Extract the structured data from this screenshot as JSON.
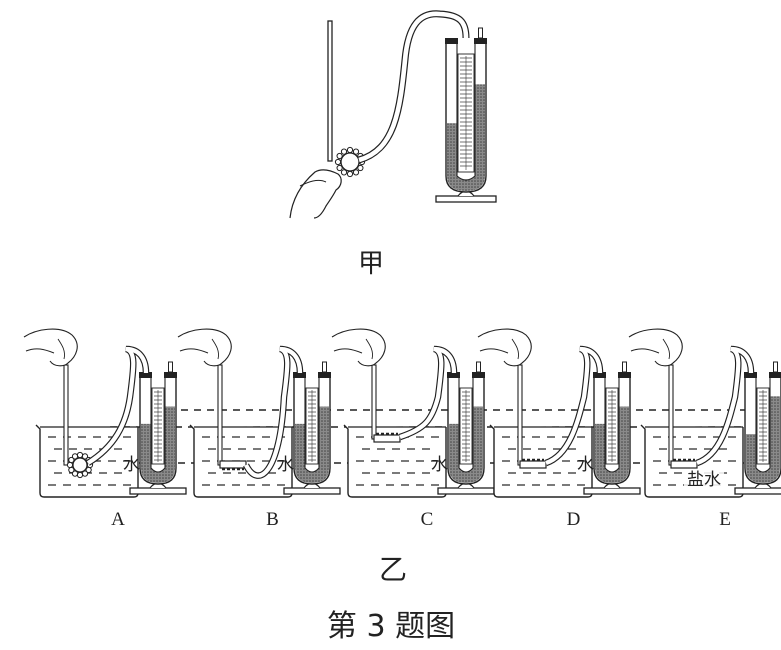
{
  "figure": {
    "caption": "第 3 题图",
    "part_jia_label": "甲",
    "part_yi_label": "乙",
    "setups": [
      {
        "id": "A",
        "label": "A",
        "liquid": "水",
        "probe_depth": "deep",
        "probe_orientation": "side",
        "left_level": 0.55,
        "right_level": 0.72
      },
      {
        "id": "B",
        "label": "B",
        "liquid": "水",
        "probe_depth": "deep",
        "probe_orientation": "down",
        "left_level": 0.55,
        "right_level": 0.72
      },
      {
        "id": "C",
        "label": "C",
        "liquid": "水",
        "probe_depth": "shallow",
        "probe_orientation": "up",
        "left_level": 0.55,
        "right_level": 0.72
      },
      {
        "id": "D",
        "label": "D",
        "liquid": "水",
        "probe_depth": "deep",
        "probe_orientation": "up",
        "left_level": 0.55,
        "right_level": 0.72
      },
      {
        "id": "E",
        "label": "E",
        "liquid": "盐水",
        "probe_depth": "deep",
        "probe_orientation": "up",
        "left_level": 0.45,
        "right_level": 0.82
      }
    ],
    "jia": {
      "left_level": 0.45,
      "right_level": 0.72
    }
  },
  "colors": {
    "ink": "#222222",
    "liquid_fill": "#6a6a6a",
    "background": "#ffffff"
  }
}
